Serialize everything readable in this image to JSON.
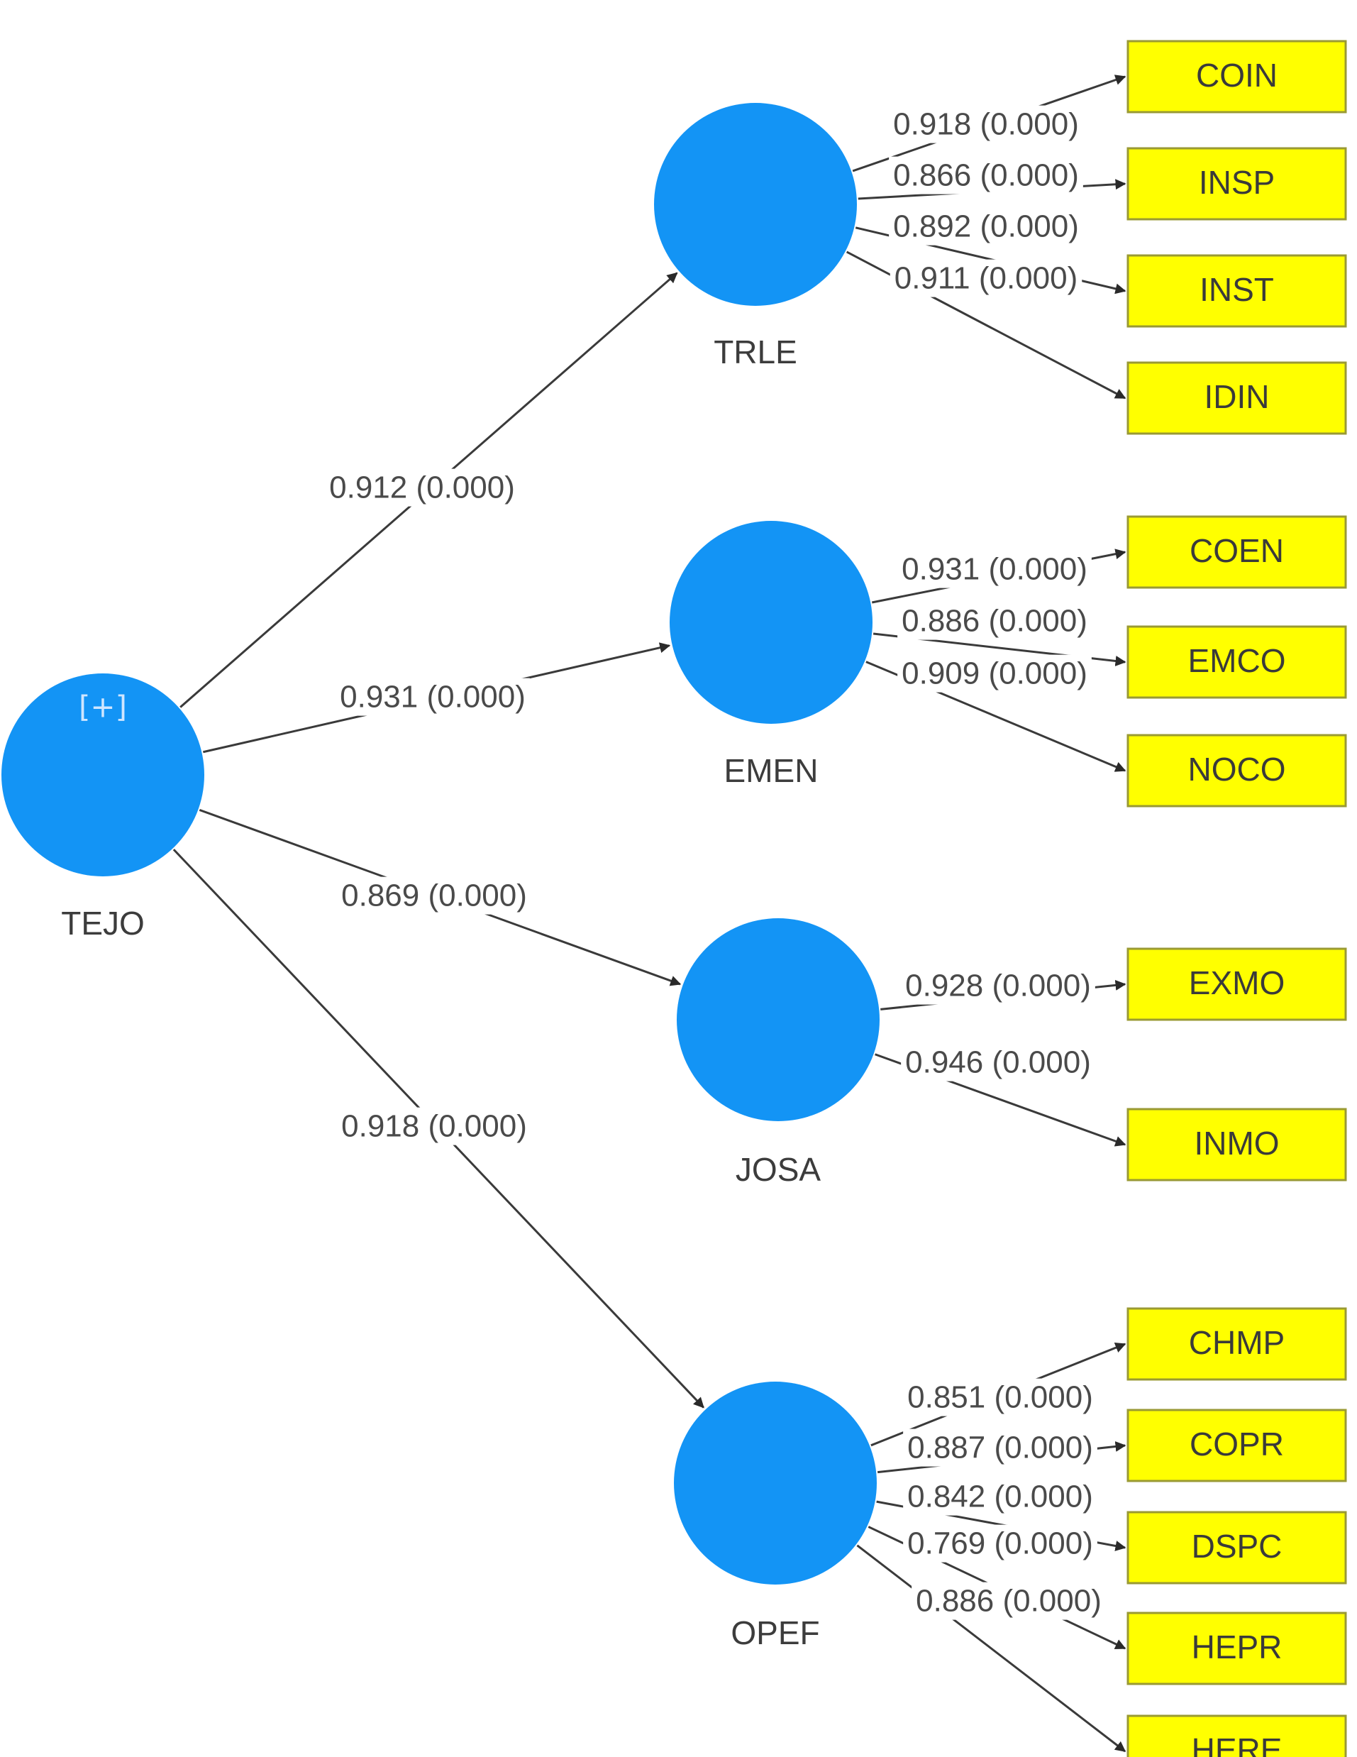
{
  "colors": {
    "latent_fill": "#1394f5",
    "indicator_fill": "#ffff00",
    "edge": "#3a3a3a"
  },
  "root": {
    "label": "TEJO",
    "expand_symbol": "[+]"
  },
  "structural_paths": [
    {
      "from": "TEJO",
      "to": "TRLE",
      "label": "0.912 (0.000)"
    },
    {
      "from": "TEJO",
      "to": "EMEN",
      "label": "0.931 (0.000)"
    },
    {
      "from": "TEJO",
      "to": "JOSA",
      "label": "0.869 (0.000)"
    },
    {
      "from": "TEJO",
      "to": "OPEF",
      "label": "0.918 (0.000)"
    }
  ],
  "constructs": [
    {
      "label": "TRLE",
      "indicators": [
        {
          "label": "COIN",
          "loading": "0.918 (0.000)"
        },
        {
          "label": "INSP",
          "loading": "0.866 (0.000)"
        },
        {
          "label": "INST",
          "loading": "0.892 (0.000)"
        },
        {
          "label": "IDIN",
          "loading": "0.911 (0.000)"
        }
      ]
    },
    {
      "label": "EMEN",
      "indicators": [
        {
          "label": "COEN",
          "loading": "0.931 (0.000)"
        },
        {
          "label": "EMCO",
          "loading": "0.886 (0.000)"
        },
        {
          "label": "NOCO",
          "loading": "0.909 (0.000)"
        }
      ]
    },
    {
      "label": "JOSA",
      "indicators": [
        {
          "label": "EXMO",
          "loading": "0.928 (0.000)"
        },
        {
          "label": "INMO",
          "loading": "0.946 (0.000)"
        }
      ]
    },
    {
      "label": "OPEF",
      "indicators": [
        {
          "label": "CHMP",
          "loading": "0.851 (0.000)"
        },
        {
          "label": "COPR",
          "loading": "0.887 (0.000)"
        },
        {
          "label": "DSPC",
          "loading": "0.842 (0.000)"
        },
        {
          "label": "HEPR",
          "loading": "0.769 (0.000)"
        },
        {
          "label": "HERE",
          "loading": "0.886 (0.000)"
        }
      ]
    }
  ]
}
